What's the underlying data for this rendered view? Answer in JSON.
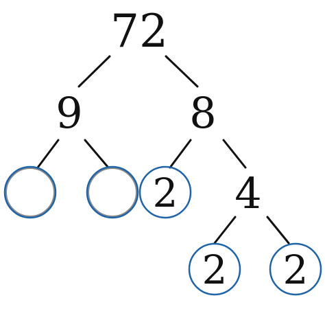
{
  "colors": {
    "line": "#111111",
    "ring": "#1f63a8",
    "ring_inner": "#8a8a8a"
  },
  "tree": {
    "root": "72",
    "left": "9",
    "right": "8",
    "left_left": "",
    "left_right": "",
    "right_left": "2",
    "right_right": "4",
    "right_right_left": "2",
    "right_right_right": "2"
  }
}
